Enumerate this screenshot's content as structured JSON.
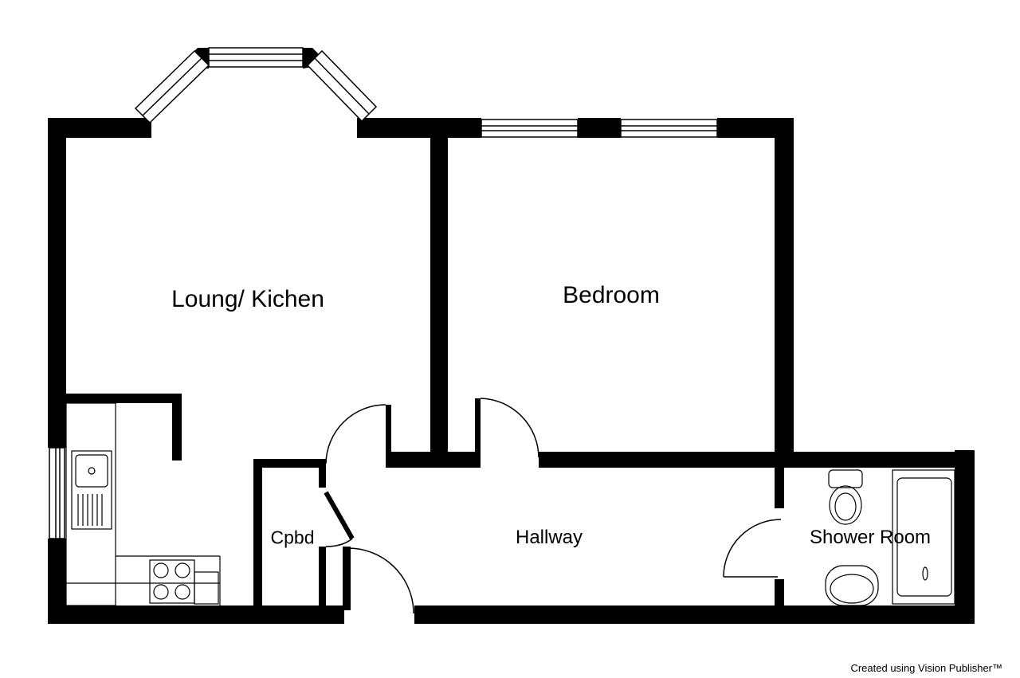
{
  "floorplan": {
    "rooms": {
      "lounge_kitchen": "Loung/ Kichen",
      "bedroom": "Bedroom",
      "hallway": "Hallway",
      "cupboard": "Cpbd",
      "shower_room": "Shower Room"
    },
    "credit": "Created using Vision Publisher™"
  },
  "colors": {
    "wall": "#000000",
    "background": "#ffffff"
  }
}
